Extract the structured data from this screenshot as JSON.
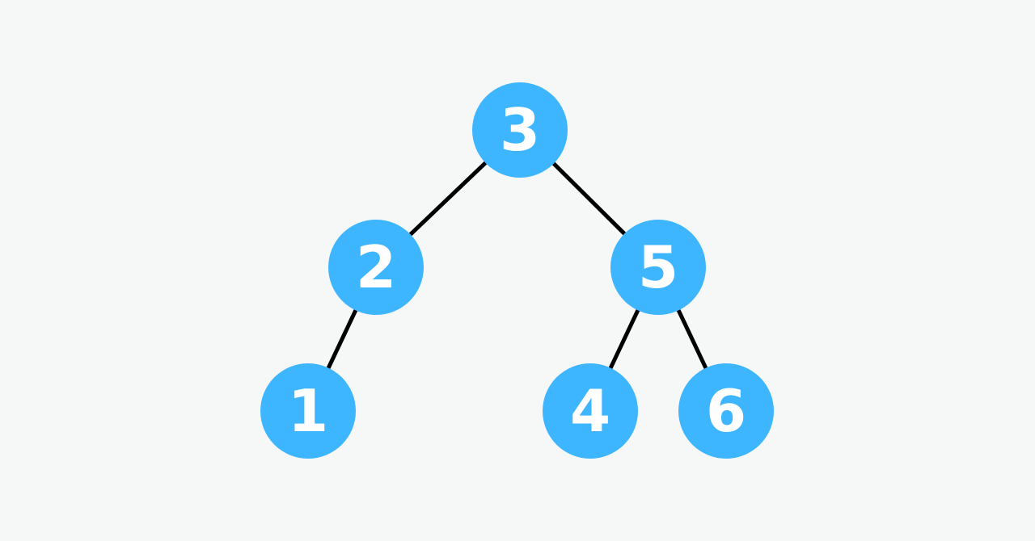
{
  "tree": {
    "node_color": "#3db5ff",
    "label_color": "#ffffff",
    "edge_color": "#000000",
    "background_color": "#f6f8f8",
    "nodes": [
      {
        "id": "n3",
        "label": "3"
      },
      {
        "id": "n2",
        "label": "2"
      },
      {
        "id": "n5",
        "label": "5"
      },
      {
        "id": "n1",
        "label": "1"
      },
      {
        "id": "n4",
        "label": "4"
      },
      {
        "id": "n6",
        "label": "6"
      }
    ],
    "edges": [
      {
        "from": "n3",
        "to": "n2"
      },
      {
        "from": "n3",
        "to": "n5"
      },
      {
        "from": "n2",
        "to": "n1"
      },
      {
        "from": "n5",
        "to": "n4"
      },
      {
        "from": "n5",
        "to": "n6"
      }
    ]
  }
}
